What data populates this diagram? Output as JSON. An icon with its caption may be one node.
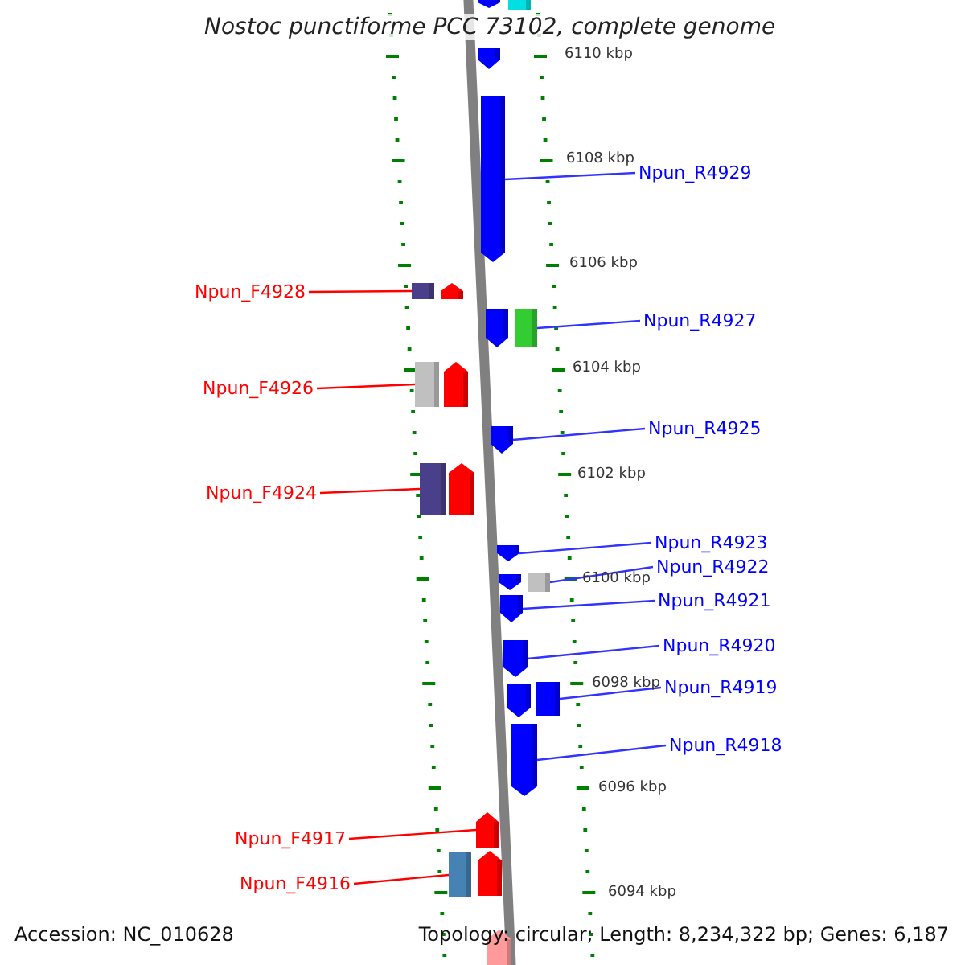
{
  "diagram": {
    "title": "Nostoc punctiforme PCC 73102, complete genome",
    "nodes": [
      {
        "text": [],
        "shape": "arrow"
      },
      {
        "text": [],
        "shape": "box"
      },
      {
        "text": [],
        "shape": "arrow"
      },
      {
        "text": [],
        "shape": "arrow"
      },
      {
        "text": [
          "Npun_R4929"
        ]
      },
      {
        "text": [
          "Npun_F4928"
        ]
      },
      {
        "text": [],
        "shape": "box"
      },
      {
        "text": [],
        "shape": "arrow"
      },
      {
        "text": [],
        "shape": "arrow"
      },
      {
        "text": [],
        "shape": "box"
      },
      {
        "text": [
          "Npun_R4927"
        ]
      },
      {
        "text": [
          "Npun_F4926"
        ]
      },
      {
        "text": [],
        "shape": "box"
      },
      {
        "text": [],
        "shape": "arrow"
      },
      {
        "text": [],
        "shape": "arrow"
      },
      {
        "text": [
          "Npun_R4925"
        ]
      },
      {
        "text": [
          "Npun_F4924"
        ]
      },
      {
        "text": [],
        "shape": "box"
      },
      {
        "text": [],
        "shape": "arrow"
      },
      {
        "text": [
          "Npun_R4923"
        ]
      },
      {
        "text": [],
        "shape": "arrow"
      },
      {
        "text": [
          "Npun_R4922"
        ]
      },
      {
        "text": [],
        "shape": "arrow"
      },
      {
        "text": [],
        "shape": "box"
      },
      {
        "text": [
          "Npun_R4921"
        ]
      },
      {
        "text": [],
        "shape": "arrow"
      },
      {
        "text": [
          "Npun_R4920"
        ]
      },
      {
        "text": [],
        "shape": "arrow"
      },
      {
        "text": [],
        "shape": "arrow"
      },
      {
        "text": [],
        "shape": "box"
      },
      {
        "text": [
          "Npun_R4919"
        ]
      },
      {
        "text": [
          "Npun_R4918"
        ]
      },
      {
        "text": [],
        "shape": "arrow"
      },
      {
        "text": [
          "Npun_F4917"
        ]
      },
      {
        "text": [],
        "shape": "arrow"
      },
      {
        "text": [
          "Npun_F4916"
        ]
      },
      {
        "text": [],
        "shape": "box"
      },
      {
        "text": [],
        "shape": "arrow"
      },
      {
        "text": [],
        "shape": "arrow"
      }
    ],
    "edges": [
      {
        "from": 4,
        "to": 3,
        "arrow": "none"
      },
      {
        "from": 5,
        "to": 6,
        "arrow": "none",
        "color": "#ff0000"
      },
      {
        "from": 10,
        "to": 9,
        "arrow": "none"
      },
      {
        "from": 11,
        "to": 12,
        "arrow": "none",
        "color": "#ff0000"
      },
      {
        "from": 15,
        "to": 14,
        "arrow": "none"
      },
      {
        "from": 16,
        "to": 17,
        "arrow": "none",
        "color": "#ff0000"
      },
      {
        "from": 19,
        "to": 20,
        "arrow": "none"
      },
      {
        "from": 21,
        "to": 23,
        "arrow": "none"
      },
      {
        "from": 24,
        "to": 25,
        "arrow": "none"
      },
      {
        "from": 26,
        "to": 27,
        "arrow": "none"
      },
      {
        "from": 30,
        "to": 29,
        "arrow": "none"
      },
      {
        "from": 31,
        "to": 32,
        "arrow": "none"
      },
      {
        "from": 33,
        "to": 34,
        "arrow": "none",
        "color": "#ff0000"
      },
      {
        "from": 35,
        "to": 36,
        "arrow": "none",
        "color": "#ff0000"
      }
    ],
    "labels": [
      "6110 kbp",
      "6108 kbp",
      "6106 kbp",
      "6104 kbp",
      "6102 kbp",
      "6100 kbp",
      "6098 kbp",
      "6096 kbp",
      "6094 kbp",
      "Accession: NC_010628",
      "Topology: circular; Length: 8,234,322 bp; Genes: 6,187"
    ]
  }
}
